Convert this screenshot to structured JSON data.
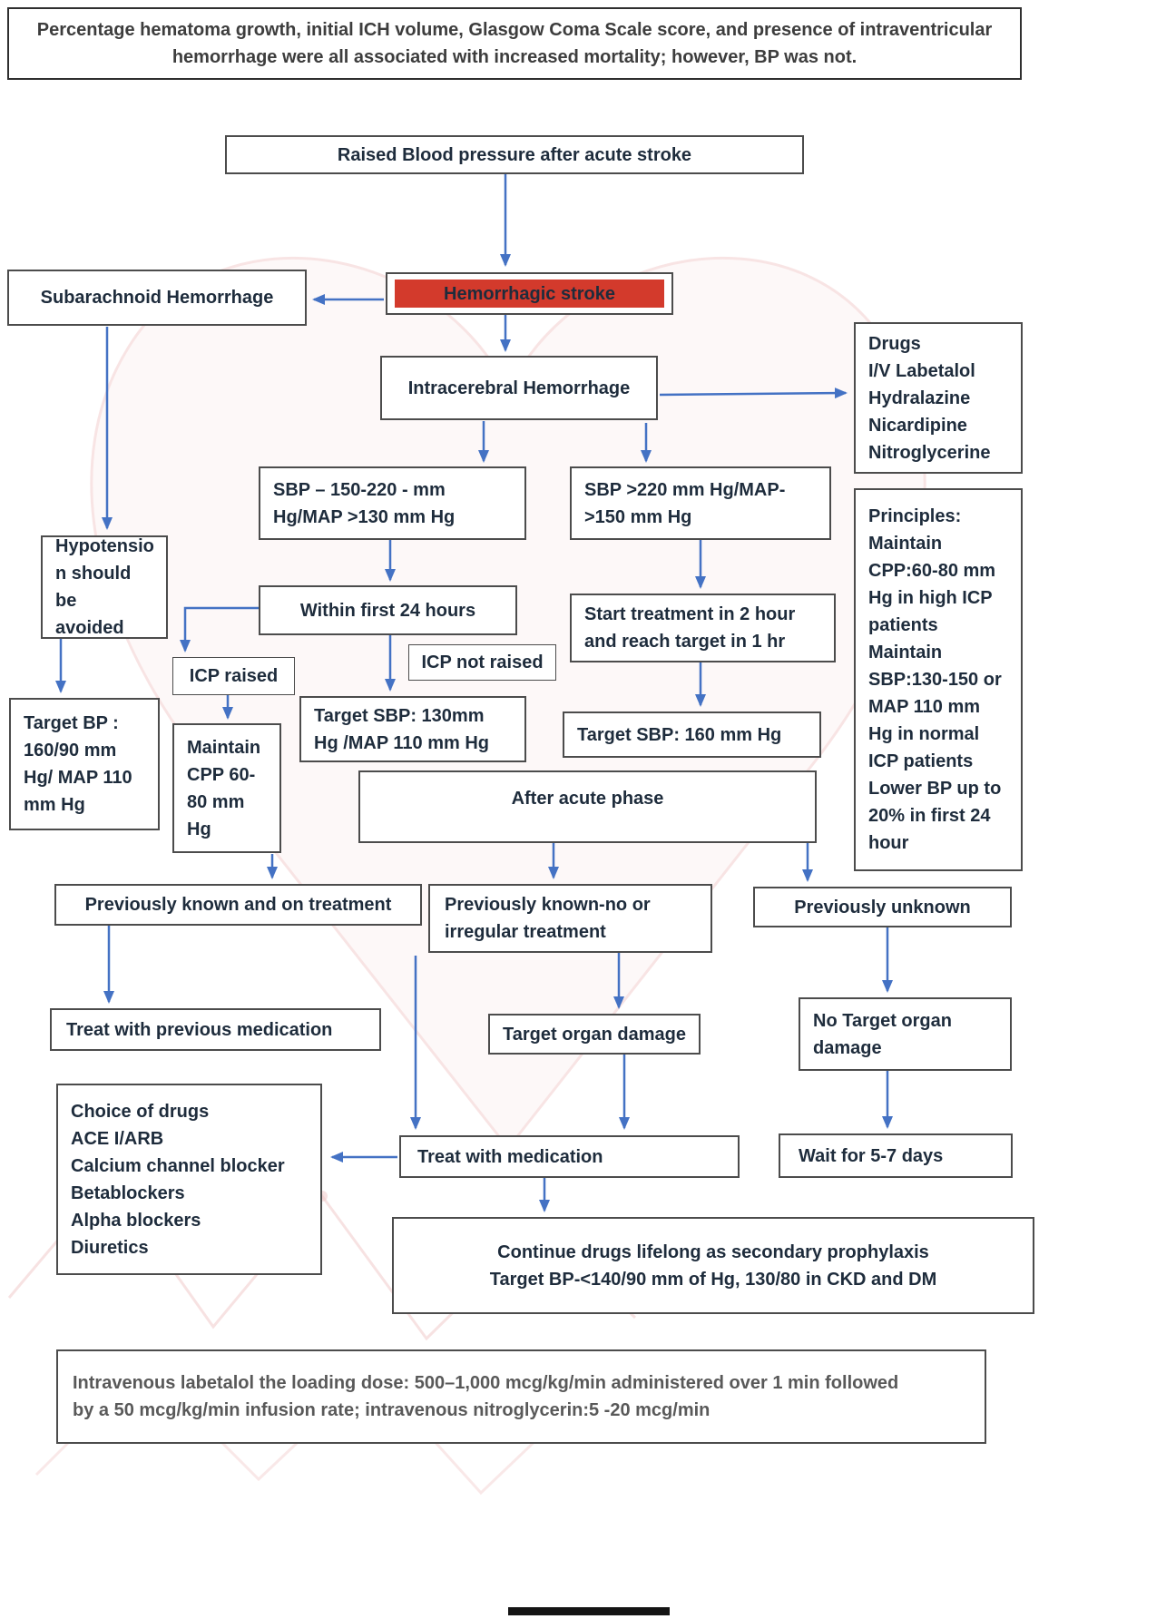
{
  "colors": {
    "arrow_blue": "#4472c4",
    "highlight_red": "#d33a2c",
    "box_border": "#4c4c4c",
    "node_text": "#1e2c3c",
    "banner_text": "#3d3d3d",
    "footer_text": "#595959",
    "watermark_pink": "#f3cfcf"
  },
  "banner": {
    "text": "Percentage hematoma growth, initial ICH volume, Glasgow Coma Scale score, and presence of intraventricular hemorrhage were all associated with increased mortality; however, BP was not."
  },
  "flowchart": {
    "raised_bp": "Raised Blood pressure after acute stroke",
    "subarachnoid": "Subarachnoid Hemorrhage",
    "hemorrhagic_stroke": "Hemorrhagic stroke",
    "intracerebral": "Intracerebral Hemorrhage",
    "drugs": [
      "Drugs",
      "I/V Labetalol",
      "Hydralazine",
      "Nicardipine",
      "Nitroglycerine"
    ],
    "sbp_range": [
      "SBP – 150-220 - mm",
      "Hg/MAP >130 mm Hg"
    ],
    "sbp_high": [
      "SBP >220 mm Hg/MAP-",
      ">150 mm Hg"
    ],
    "principles": [
      "Principles:",
      "Maintain",
      "CPP:60-80 mm",
      "Hg in high ICP",
      "patients",
      "Maintain",
      "SBP:130-150 or",
      "MAP 110 mm",
      "Hg in normal",
      "ICP patients",
      "Lower BP up to",
      "20% in first 24",
      "hour"
    ],
    "hypotension": [
      "Hypotensio",
      "n should be",
      "avoided"
    ],
    "within_24h": "Within first 24 hours",
    "icp_not_raised": "ICP not raised",
    "icp_raised": "ICP raised",
    "target_bp": [
      "Target BP :",
      "160/90 mm",
      "Hg/ MAP 110",
      "mm Hg"
    ],
    "maintain_cpp": [
      "Maintain",
      "CPP 60-",
      "80 mm",
      "Hg"
    ],
    "target_sbp_130": [
      "Target SBP: 130mm",
      "Hg /MAP 110 mm Hg"
    ],
    "start_treatment": [
      "Start treatment in 2 hour",
      "and reach target in 1 hr"
    ],
    "target_sbp_160": "Target SBP: 160 mm Hg",
    "after_acute": "After acute phase",
    "prev_known_on_treatment": "Previously known and on treatment",
    "prev_known_irregular": [
      "Previously known-no or",
      "irregular treatment"
    ],
    "prev_unknown": "Previously unknown",
    "treat_previous_medication": "Treat with previous medication",
    "target_organ_damage": "Target organ damage",
    "no_target_organ_damage": [
      "No Target organ",
      "damage"
    ],
    "choice_of_drugs": [
      "Choice of drugs",
      "ACE I/ARB",
      "Calcium channel blocker",
      "Betablockers",
      "Alpha blockers",
      "Diuretics"
    ],
    "treat_with_medication": "Treat with medication",
    "wait_5_7_days": "Wait for 5-7 days",
    "continue_drugs": [
      "Continue drugs lifelong as secondary prophylaxis",
      "Target BP-<140/90 mm of Hg, 130/80 in CKD and DM"
    ]
  },
  "footer": {
    "text": [
      "Intravenous labetalol the loading dose: 500–1,000 mcg/kg/min administered over 1 min followed",
      "by a 50 mcg/kg/min infusion rate; intravenous nitroglycerin:5 -20 mcg/min"
    ]
  }
}
